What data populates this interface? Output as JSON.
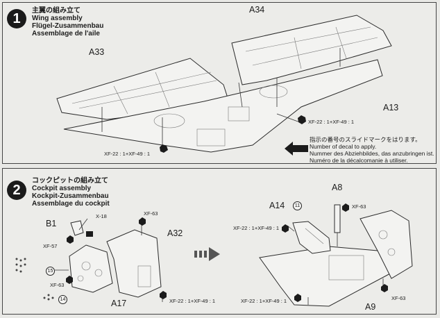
{
  "step1": {
    "number": "1",
    "title_ja": "主翼の組み立て",
    "title_en": "Wing assembly",
    "title_de": "Flügel-Zusammenbau",
    "title_fr": "Assemblage de l'aile",
    "parts": {
      "a33": "A33",
      "a34": "A34",
      "a13": "A13"
    },
    "decal_left": "XF-22 : 1+XF-49 : 1",
    "decal_right": "XF-22 : 1+XF-49 : 1",
    "note_ja": "指示の番号のスライドマークをはります。",
    "note_en": "Number of decal to apply.",
    "note_de": "Nummer des Abziehbildes, das anzubringen ist.",
    "note_fr": "Numéro de la décalcomanie à utiliser."
  },
  "step2": {
    "number": "2",
    "title_ja": "コックピットの組み立て",
    "title_en": "Cockpit assembly",
    "title_de": "Kockpit-Zusammenbau",
    "title_fr": "Assemblage du cockpit",
    "parts": {
      "b1": "B1",
      "a32": "A32",
      "a17": "A17",
      "a14": "A14",
      "a8": "A8",
      "a9": "A9"
    },
    "colors": {
      "x18": "X-18",
      "xf57": "XF-57",
      "xf63_a": "XF-63",
      "xf63_b": "XF-63",
      "xf63_c": "XF-63",
      "xf63_d": "XF-63",
      "mix_a": "XF-22 : 1+XF-49 : 1",
      "mix_b": "XF-22 : 1+XF-49 : 1",
      "mix_c": "XF-22 : 1+XF-49 : 1"
    },
    "decals": {
      "d11": "11",
      "d14": "14",
      "d15": "15"
    }
  }
}
